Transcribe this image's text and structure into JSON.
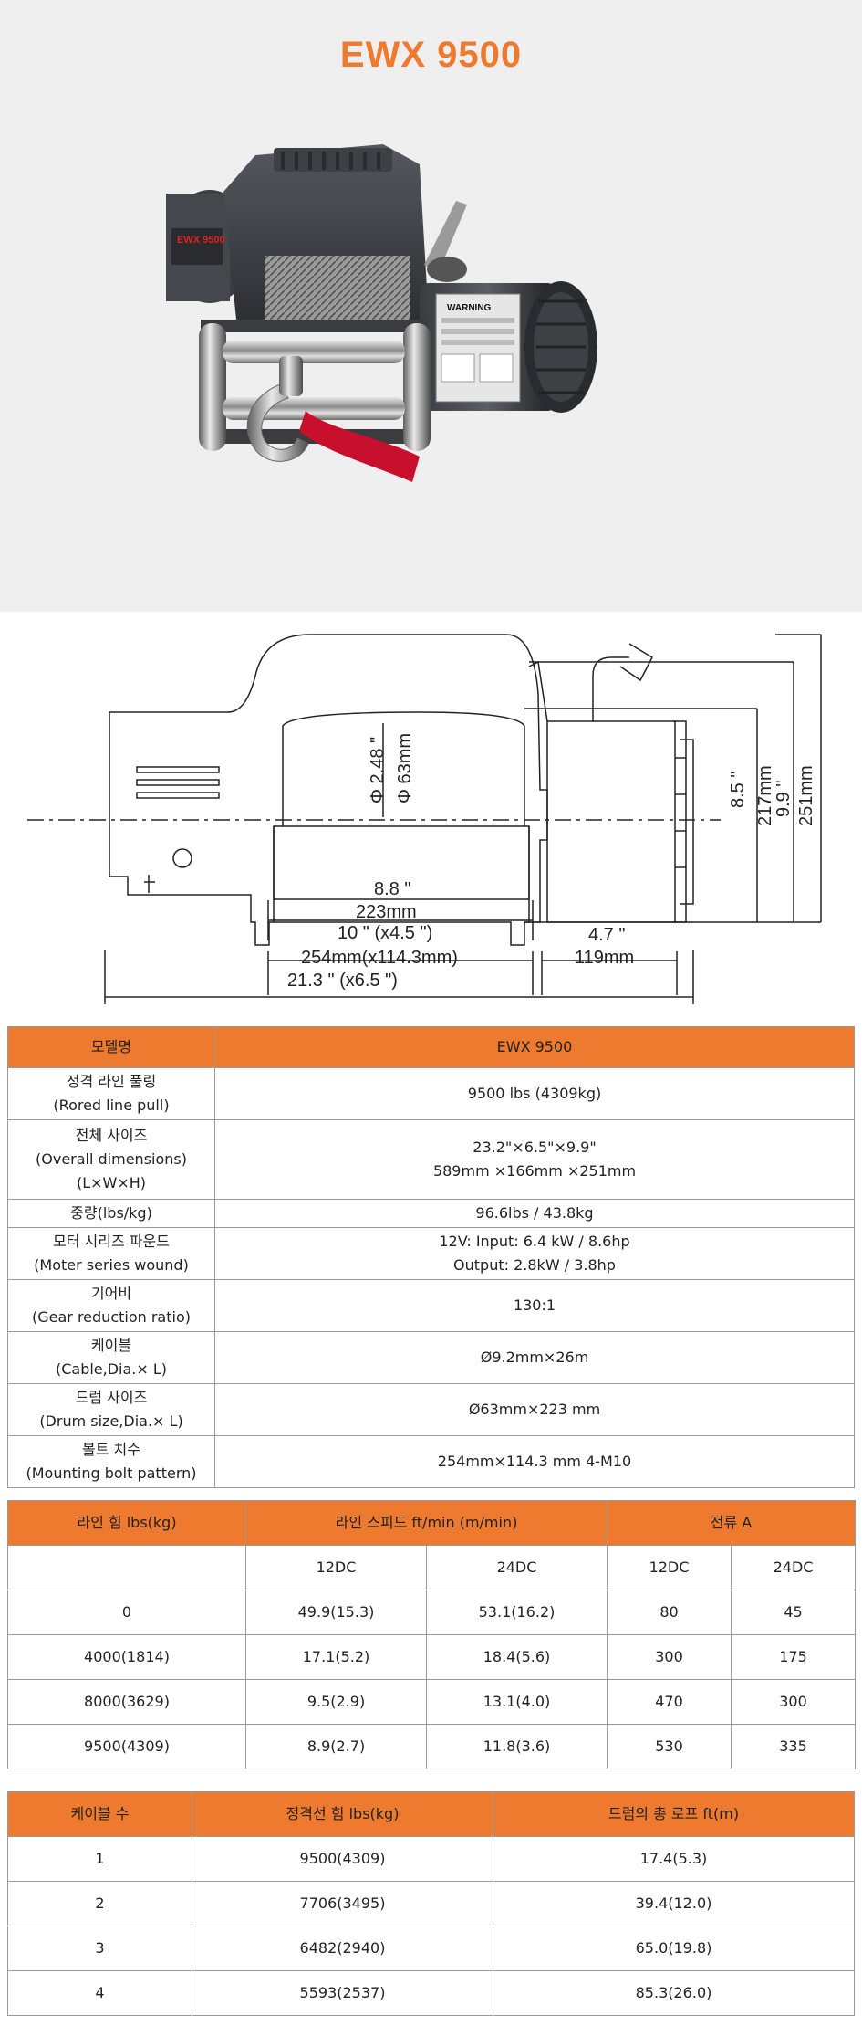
{
  "hero": {
    "title": "EWX 9500",
    "winch_badge": "EWX 9500",
    "warning_label": "WARNING"
  },
  "diagram": {
    "dims": {
      "drum_dia_in": "Φ 2.48 \"",
      "drum_dia_mm": "Φ 63mm",
      "drum_len_in": "8.8 \"",
      "drum_len_mm": "223mm",
      "bolt_in": "10 \" (x4.5 \")",
      "bolt_mm": "254mm(x114.3mm)",
      "overall_in": "21.3 \" (x6.5 \")",
      "motor_in": "4.7 \"",
      "motor_mm": "119mm",
      "h1_in": "8.5 \"",
      "h1_mm": "217mm",
      "h2_in": "9.9 \"",
      "h2_mm": "251mm"
    }
  },
  "spec": {
    "header": {
      "label": "모델명",
      "value": "EWX 9500"
    },
    "rows": [
      {
        "label": [
          "정격 라인 풀링",
          "(Rored line pull)"
        ],
        "value": [
          "9500 lbs (4309kg)"
        ]
      },
      {
        "label": [
          "전체 사이즈",
          "(Overall dimensions)",
          "(L×W×H)"
        ],
        "value": [
          "23.2\"×6.5\"×9.9\"",
          "589mm  ×166mm  ×251mm"
        ]
      },
      {
        "label": [
          "중량(lbs/kg)"
        ],
        "value": [
          "96.6lbs / 43.8kg"
        ]
      },
      {
        "label": [
          "모터 시리즈 파운드",
          "(Moter series wound)"
        ],
        "value": [
          "12V: Input: 6.4 kW / 8.6hp",
          "Output: 2.8kW / 3.8hp"
        ]
      },
      {
        "label": [
          "기어비",
          "(Gear reduction ratio)"
        ],
        "value": [
          "130:1"
        ]
      },
      {
        "label": [
          "케이블",
          "(Cable,Dia.×  L)"
        ],
        "value": [
          "Ø9.2mm×26m"
        ]
      },
      {
        "label": [
          "드럼 사이즈",
          "(Drum size,Dia.×  L)"
        ],
        "value": [
          "Ø63mm×223 mm"
        ]
      },
      {
        "label": [
          "볼트 치수",
          "(Mounting bolt pattern)"
        ],
        "value": [
          "254mm×114.3 mm 4-M10"
        ]
      }
    ]
  },
  "line_table": {
    "headers": [
      "라인 힘 lbs(kg)",
      "라인 스피드 ft/min (m/min)",
      "전류 A"
    ],
    "sub": [
      "",
      "12DC",
      "24DC",
      "12DC",
      "24DC"
    ],
    "rows": [
      [
        "0",
        "49.9(15.3)",
        "53.1(16.2)",
        "80",
        "45"
      ],
      [
        "4000(1814)",
        "17.1(5.2)",
        "18.4(5.6)",
        "300",
        "175"
      ],
      [
        "8000(3629)",
        "9.5(2.9)",
        "13.1(4.0)",
        "470",
        "300"
      ],
      [
        "9500(4309)",
        "8.9(2.7)",
        "11.8(3.6)",
        "530",
        "335"
      ]
    ]
  },
  "cable_table": {
    "headers": [
      "케이블 수",
      "정격선 힘 lbs(kg)",
      "드럼의 총 로프 ft(m)"
    ],
    "rows": [
      [
        "1",
        "9500(4309)",
        "17.4(5.3)"
      ],
      [
        "2",
        "7706(3495)",
        "39.4(12.0)"
      ],
      [
        "3",
        "6482(2940)",
        "65.0(19.8)"
      ],
      [
        "4",
        "5593(2537)",
        "85.3(26.0)"
      ]
    ]
  },
  "colors": {
    "accent": "#ee7a2f",
    "hero_bg": "#efefef",
    "border": "#9a9a9a",
    "strap": "#c8102e"
  }
}
